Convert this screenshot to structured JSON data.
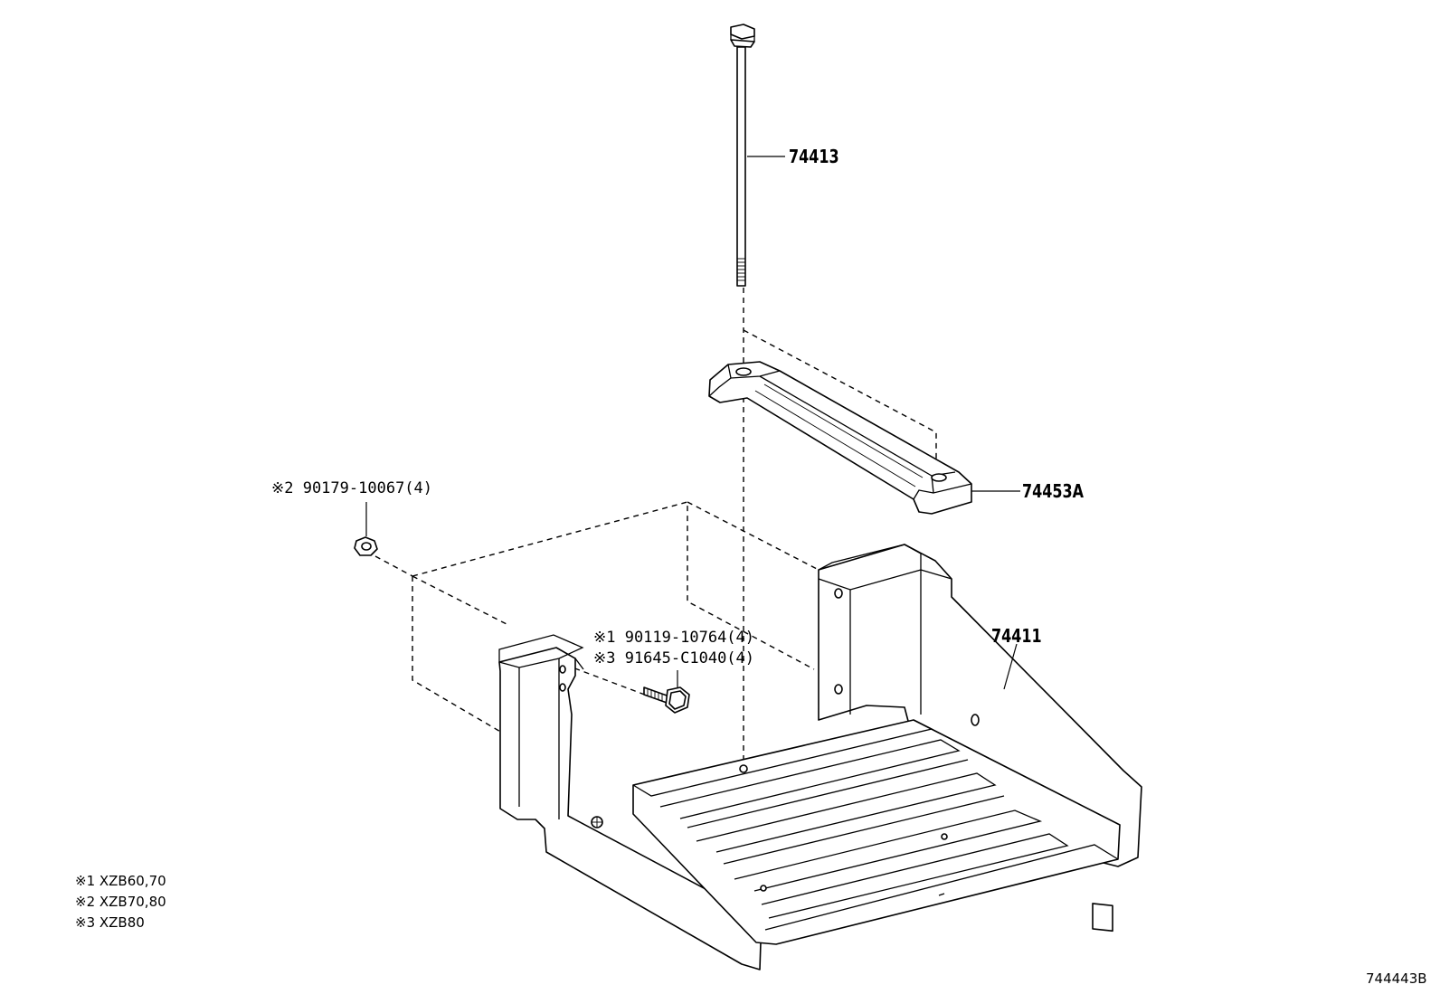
{
  "labels": {
    "rod": "74413",
    "clamp": "74453A",
    "tray": "74411",
    "nut": "※2 90179-10067(4)",
    "bolt_a": "※1 90119-10764(4)",
    "bolt_b": "※3 91645-C1040(4)"
  },
  "notes": [
    "※1 XZB60,70",
    "※2 XZB70,80",
    "※3 XZB80"
  ],
  "illustration_code": "744443B"
}
